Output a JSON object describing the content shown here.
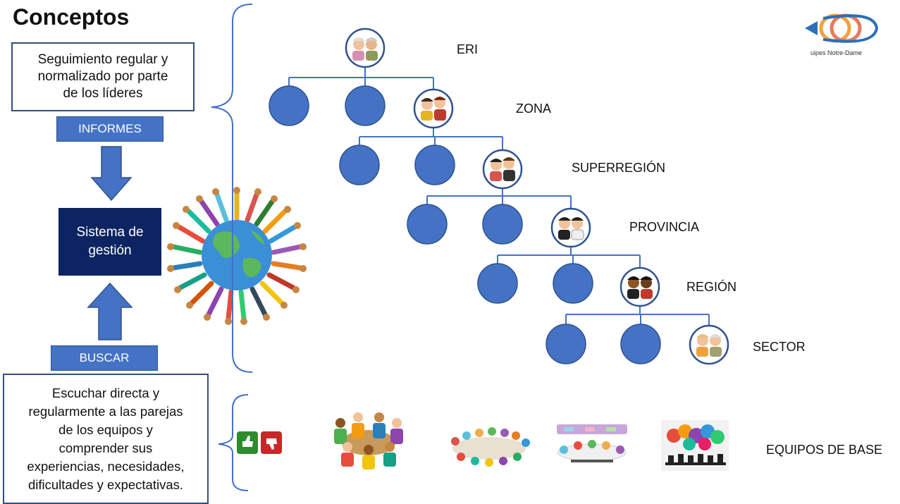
{
  "title": "Conceptos",
  "logo_text": "uipes Notre-Dame",
  "left": {
    "top_box": "Seguimiento regular y\nnormalizado por parte\nde los líderes",
    "informes": "INFORMES",
    "system": "Sistema de\ngestión",
    "buscar": "BUSCAR",
    "bottom_box": "Escuchar directa y\nregularmente a las parejas\nde los equipos y\ncomprender sus\nexperiencias, necesidades,\ndificultades y expectativas."
  },
  "levels": [
    "ERI",
    "ZONA",
    "SUPERREGIÓN",
    "PROVINCIA",
    "REGIÓN",
    "SECTOR"
  ],
  "base_label": "EQUIPOS DE BASE",
  "colors": {
    "node": "#4472c4",
    "node_border": "#2f528f",
    "system_bg": "#0c2461",
    "line": "#4472c4"
  },
  "icons": {
    "globe": "globe-people-icon",
    "base_images": [
      "thumbs-up-down-icon",
      "group-circle-icon",
      "group-meeting-icon",
      "puzzle-table-icon",
      "speech-bubbles-icon"
    ]
  }
}
